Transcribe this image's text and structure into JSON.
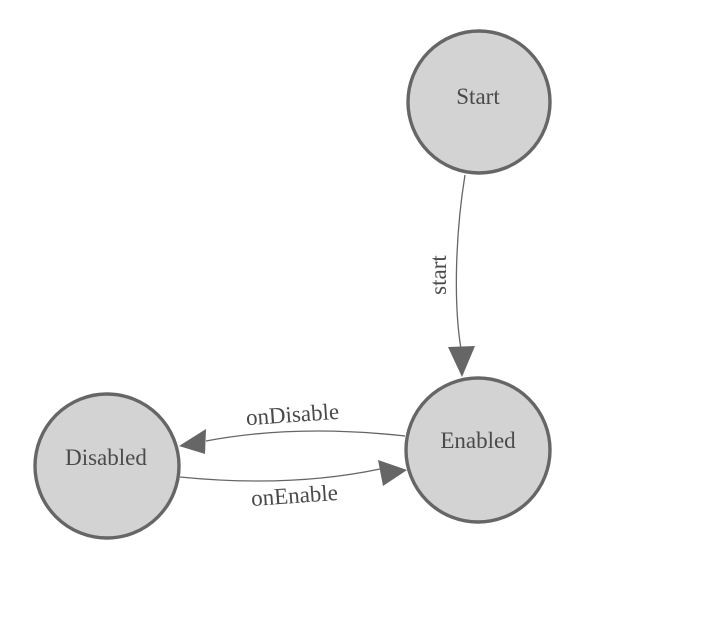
{
  "diagram": {
    "type": "state-machine",
    "background_color": "#ffffff",
    "node_fill_color": "#d3d3d3",
    "node_border_color": "#666666",
    "edge_color": "#666666",
    "label_color": "#4a4a4a",
    "nodes": [
      {
        "id": "start",
        "label": "Start"
      },
      {
        "id": "enabled",
        "label": "Enabled"
      },
      {
        "id": "disabled",
        "label": "Disabled"
      }
    ],
    "edges": [
      {
        "from": "Start",
        "to": "Enabled",
        "label": "start"
      },
      {
        "from": "Enabled",
        "to": "Disabled",
        "label": "onDisable"
      },
      {
        "from": "Disabled",
        "to": "Enabled",
        "label": "onEnable"
      }
    ]
  }
}
